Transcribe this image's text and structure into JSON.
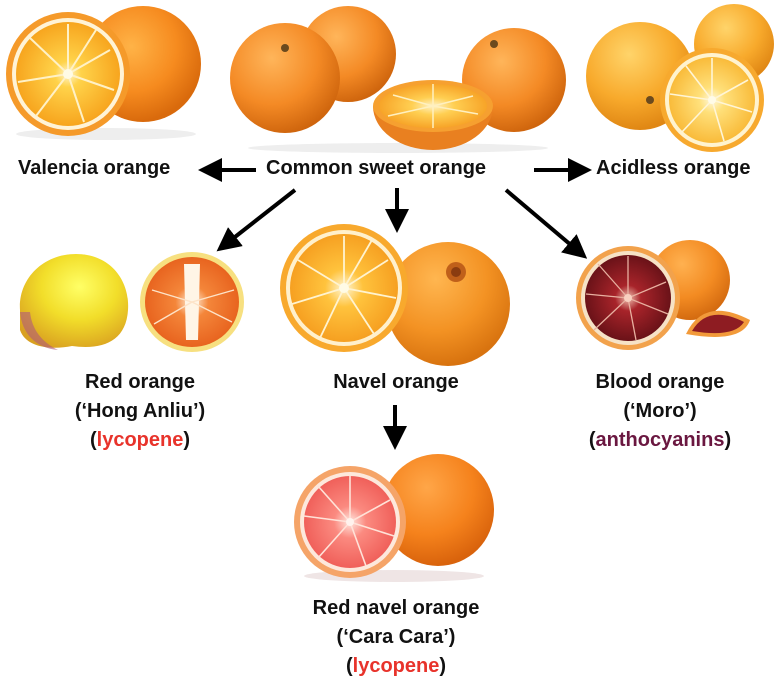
{
  "nodes": {
    "common": {
      "label": "Common sweet orange"
    },
    "valencia": {
      "label": "Valencia orange"
    },
    "acidless": {
      "label": "Acidless orange"
    },
    "red_orange": {
      "line1": "Red orange",
      "line2": "(‘Hong Anliu’)",
      "pigment": "lycopene"
    },
    "navel": {
      "label": "Navel orange"
    },
    "blood": {
      "line1": "Blood orange",
      "line2": "(‘Moro’)",
      "pigment": "anthocyanins"
    },
    "red_navel": {
      "line1": "Red navel orange",
      "line2": "(‘Cara Cara’)",
      "pigment": "lycopene"
    }
  },
  "punct": {
    "open": "(",
    "close": ")"
  },
  "colors": {
    "lycopene": "#e8332b",
    "anthocyanins": "#6a1740",
    "arrow": "#000000"
  }
}
